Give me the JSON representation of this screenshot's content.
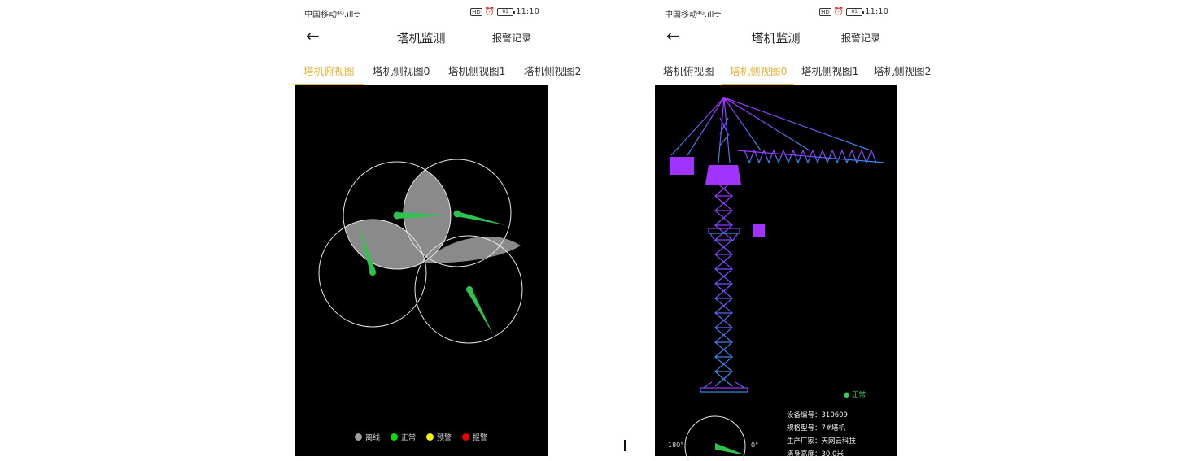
{
  "phones": [
    {
      "status": {
        "carrier": "中国移动",
        "signal": "⁴ᴳ.ıll",
        "wifi": "ᯤ",
        "hd": "HD",
        "alarm": "⏰",
        "battery": "81",
        "time": "11:10"
      },
      "appbar": {
        "title": "塔机监测",
        "action": "报警记录",
        "back": "←"
      },
      "tabs": [
        "塔机俯视图",
        "塔机侧视图0",
        "塔机侧视图1",
        "塔机侧视图2"
      ],
      "active_tab": 0,
      "legend": [
        {
          "label": "离线",
          "color": "#9e9e9e"
        },
        {
          "label": "正常",
          "color": "#00e000"
        },
        {
          "label": "预警",
          "color": "#f5f500"
        },
        {
          "label": "报警",
          "color": "#ee0000"
        }
      ]
    },
    {
      "status": {
        "carrier": "中国移动",
        "signal": "⁴ᴳ.ıll",
        "wifi": "ᯤ",
        "hd": "HD",
        "alarm": "⏰",
        "battery": "81",
        "time": "11:10"
      },
      "appbar": {
        "title": "塔机监测",
        "action": "报警记录",
        "back": "←"
      },
      "tabs": [
        "塔机俯视图",
        "塔机侧视图0",
        "塔机侧视图1",
        "塔机侧视图2"
      ],
      "active_tab": 1,
      "crane_status": "● 正常",
      "info": [
        "设备编号：310609",
        "规格型号：7#塔机",
        "生产厂家：天网云科技",
        "塔身高度：30.0米"
      ],
      "angles": {
        "left": "180°",
        "right": "0°"
      }
    }
  ],
  "colors": {
    "accent": "#e8b23a",
    "normal": "#41c45a",
    "crane_top": "#a033ff",
    "crane_bottom": "#2f8fe6"
  }
}
